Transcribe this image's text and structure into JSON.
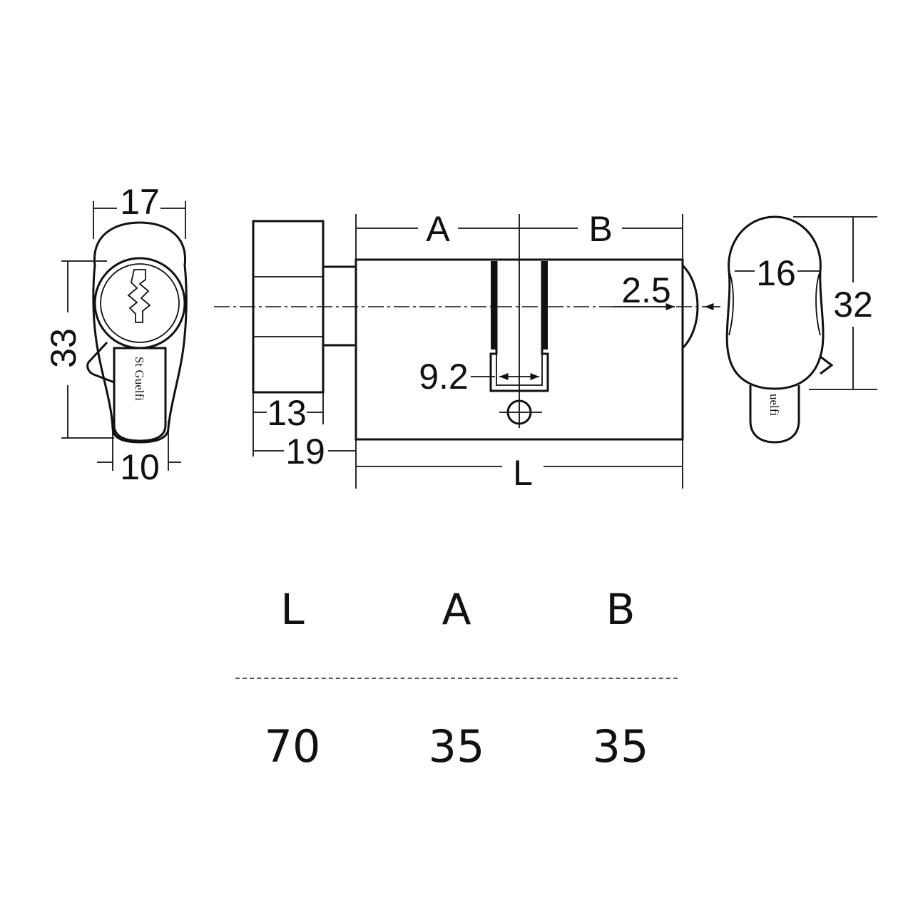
{
  "labels": {
    "front_width": "17",
    "front_height": "33",
    "front_cam_width": "10",
    "knob_width": "13",
    "knob_total": "19",
    "dim_A": "A",
    "dim_B": "B",
    "offset": "2.5",
    "cam_slot": "9.2",
    "dim_L": "L",
    "side_width": "16",
    "side_height": "32"
  },
  "brand": {
    "front": "St Guelfi",
    "side": "uelfi"
  },
  "table": {
    "headers": [
      "L",
      "A",
      "B"
    ],
    "values": [
      "70",
      "35",
      "35"
    ]
  }
}
